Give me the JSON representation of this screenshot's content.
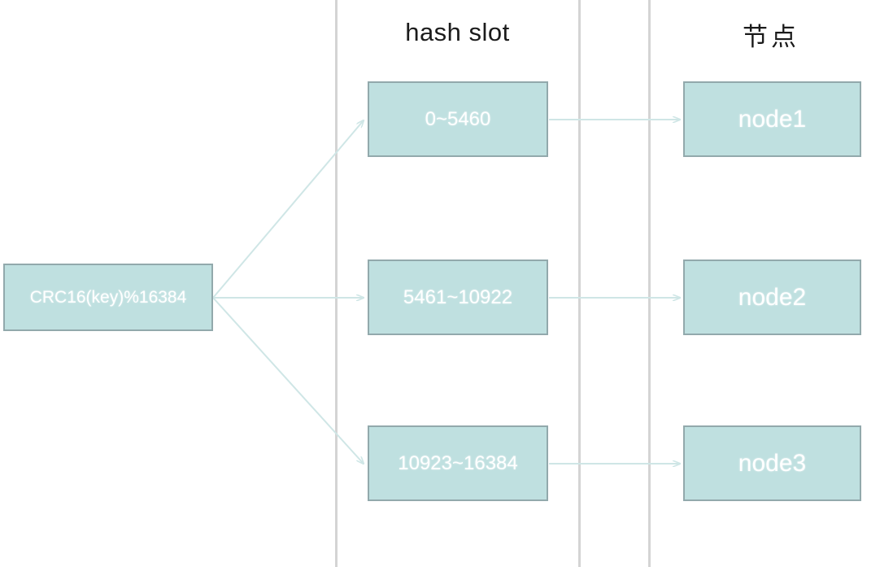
{
  "diagram": {
    "title_hash_slot": "hash slot",
    "title_nodes": "节点",
    "source": {
      "label": "CRC16(key)%16384"
    },
    "slots": [
      {
        "label": "0~5460"
      },
      {
        "label": "5461~10922"
      },
      {
        "label": "10923~16384"
      }
    ],
    "nodes": [
      {
        "label": "node1"
      },
      {
        "label": "node2"
      },
      {
        "label": "node3"
      }
    ],
    "colors": {
      "box_fill": "#bfe0e0",
      "box_border": "#92a9ac",
      "arrow": "#cfe6e6",
      "divider": "#d4d4d4",
      "box_text": "#ffffff",
      "header_text": "#1b1b1b",
      "background": "#ffffff"
    }
  }
}
